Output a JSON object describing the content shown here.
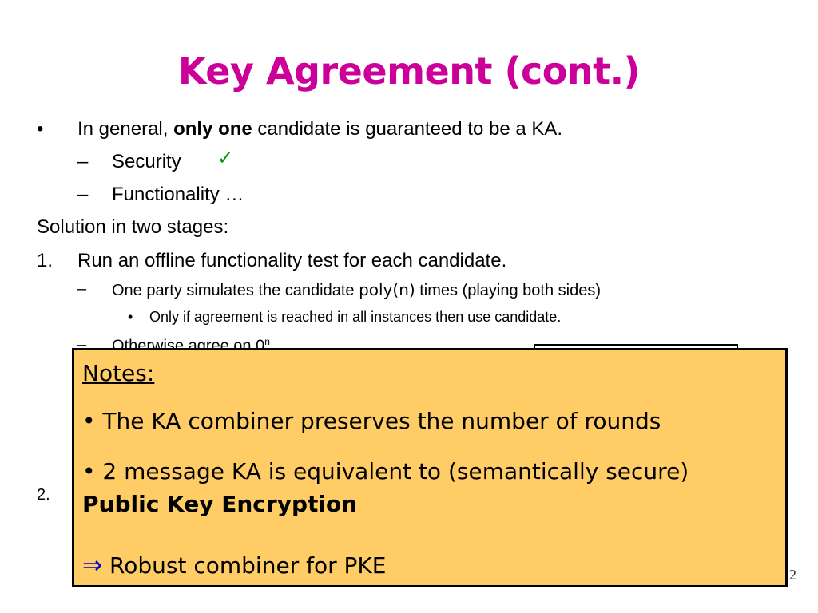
{
  "slide": {
    "title": "Key Agreement (cont.)",
    "page_number": "2"
  },
  "body": {
    "b1_prefix": "In general, ",
    "b1_bold": "only one",
    "b1_suffix": " candidate is guaranteed to be a KA.",
    "sub_security": "Security",
    "sub_functionality": "Functionality  …",
    "solution": "Solution in two stages:",
    "step1_num": "1.",
    "step1": "Run an offline functionality test for each candidate.",
    "step1_sub_prefix": "One party simulates the candidate ",
    "step1_sub_code": "poly(n)",
    "step1_sub_suffix": " times (playing both sides)",
    "step1_subsub": "Only  if  agreement is reached in all instances then use candidate.",
    "step1_other": "Otherwise agree on 0",
    "step1_other_sup": "n",
    "step2_num": "2."
  },
  "notes": {
    "header": "Notes:",
    "point1": "• The KA combiner preserves the number of rounds",
    "point2": "• 2 message KA is equivalent to (semantically secure)",
    "point2_bold": "Public Key Encryption",
    "conclusion": "Robust combiner for PKE"
  },
  "symbols": {
    "bullet": "•",
    "dash": "–",
    "check": "✓",
    "implies": "⇒"
  },
  "colors": {
    "title": "#cc0099",
    "check": "#009900",
    "notes_bg": "#ffcc66",
    "arrow": "#0000cc"
  }
}
